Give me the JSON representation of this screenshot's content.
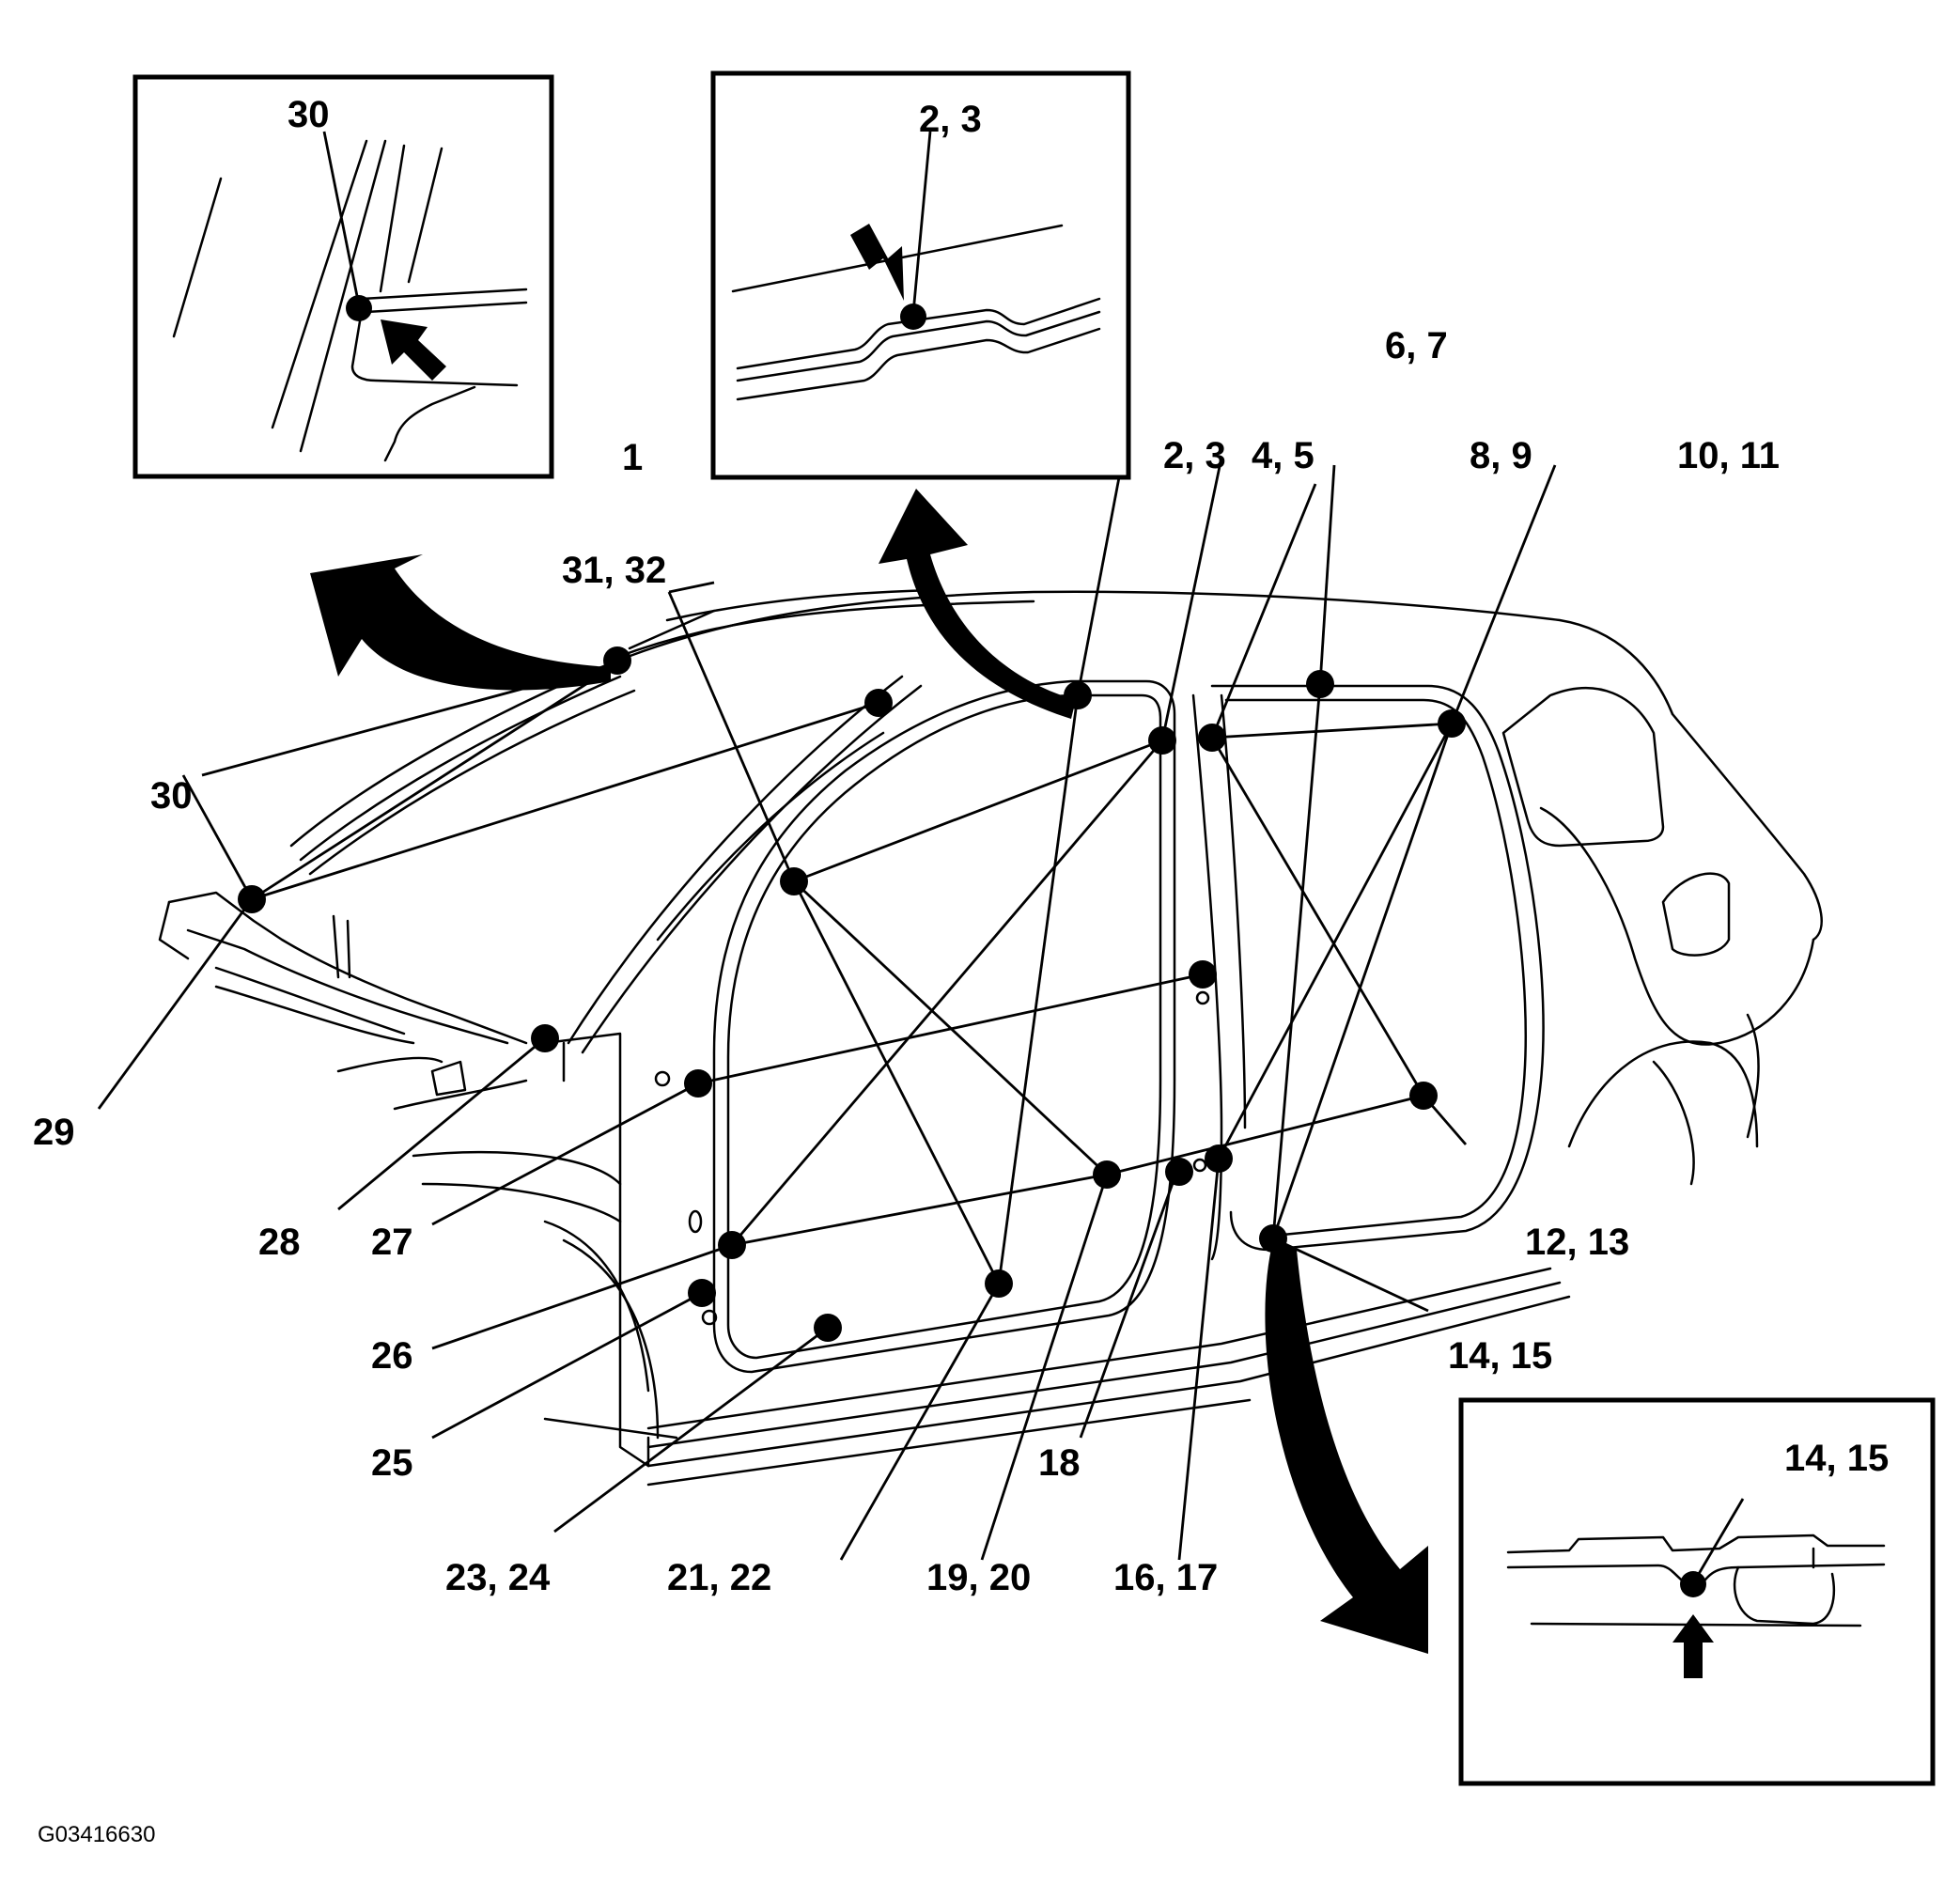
{
  "figure_code": "G03416630",
  "main_labels": [
    "1",
    "2, 3",
    "4, 5",
    "6, 7",
    "8, 9",
    "10, 11",
    "12, 13",
    "14, 15",
    "16, 17",
    "18",
    "19, 20",
    "21, 22",
    "23, 24",
    "25",
    "26",
    "27",
    "28",
    "29",
    "30",
    "31, 32"
  ],
  "insets": {
    "roof_front": {
      "label": "30"
    },
    "roof_rail": {
      "label": "2, 3"
    },
    "rocker": {
      "label": "14, 15"
    }
  },
  "colors": {
    "ink": "#000000",
    "paper": "#ffffff"
  }
}
